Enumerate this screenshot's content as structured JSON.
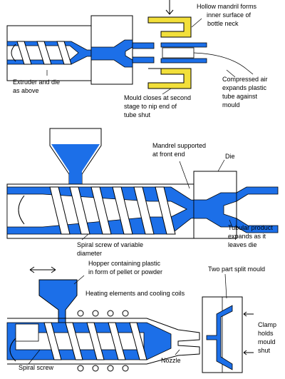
{
  "colors": {
    "plastic_blue": "#1c6fe8",
    "mould_yellow": "#f2df3a",
    "outline": "#000000",
    "background": "#ffffff"
  },
  "panel1": {
    "labels": {
      "mandril": [
        "Hollow mandril forms",
        "inner surface of",
        "bottle neck"
      ],
      "extruder": [
        "Extruder and die",
        "as above"
      ],
      "mould": [
        "Mould closes at second",
        "stage to nip end of",
        "tube shut"
      ],
      "air": [
        "Compressed air",
        "expands plastic",
        "tube against",
        "mould"
      ]
    }
  },
  "panel2": {
    "labels": {
      "mandrel": [
        "Mandrel supported",
        "at front end"
      ],
      "die": [
        "Die"
      ],
      "screw": [
        "Spiral screw of variable",
        "diameter"
      ],
      "product": [
        "Tubular product",
        "expands as it",
        "leaves die"
      ]
    }
  },
  "panel3": {
    "labels": {
      "hopper": [
        "Hopper containing plastic",
        "in form of pellet or powder"
      ],
      "heating": [
        "Heating elements and cooling coils"
      ],
      "split_mould": [
        "Two part split mould"
      ],
      "clamp": [
        "Clamp",
        "holds",
        "mould",
        "shut"
      ],
      "nozzle": [
        "Nozzle"
      ],
      "spiral": [
        "Spiral screw"
      ]
    }
  }
}
